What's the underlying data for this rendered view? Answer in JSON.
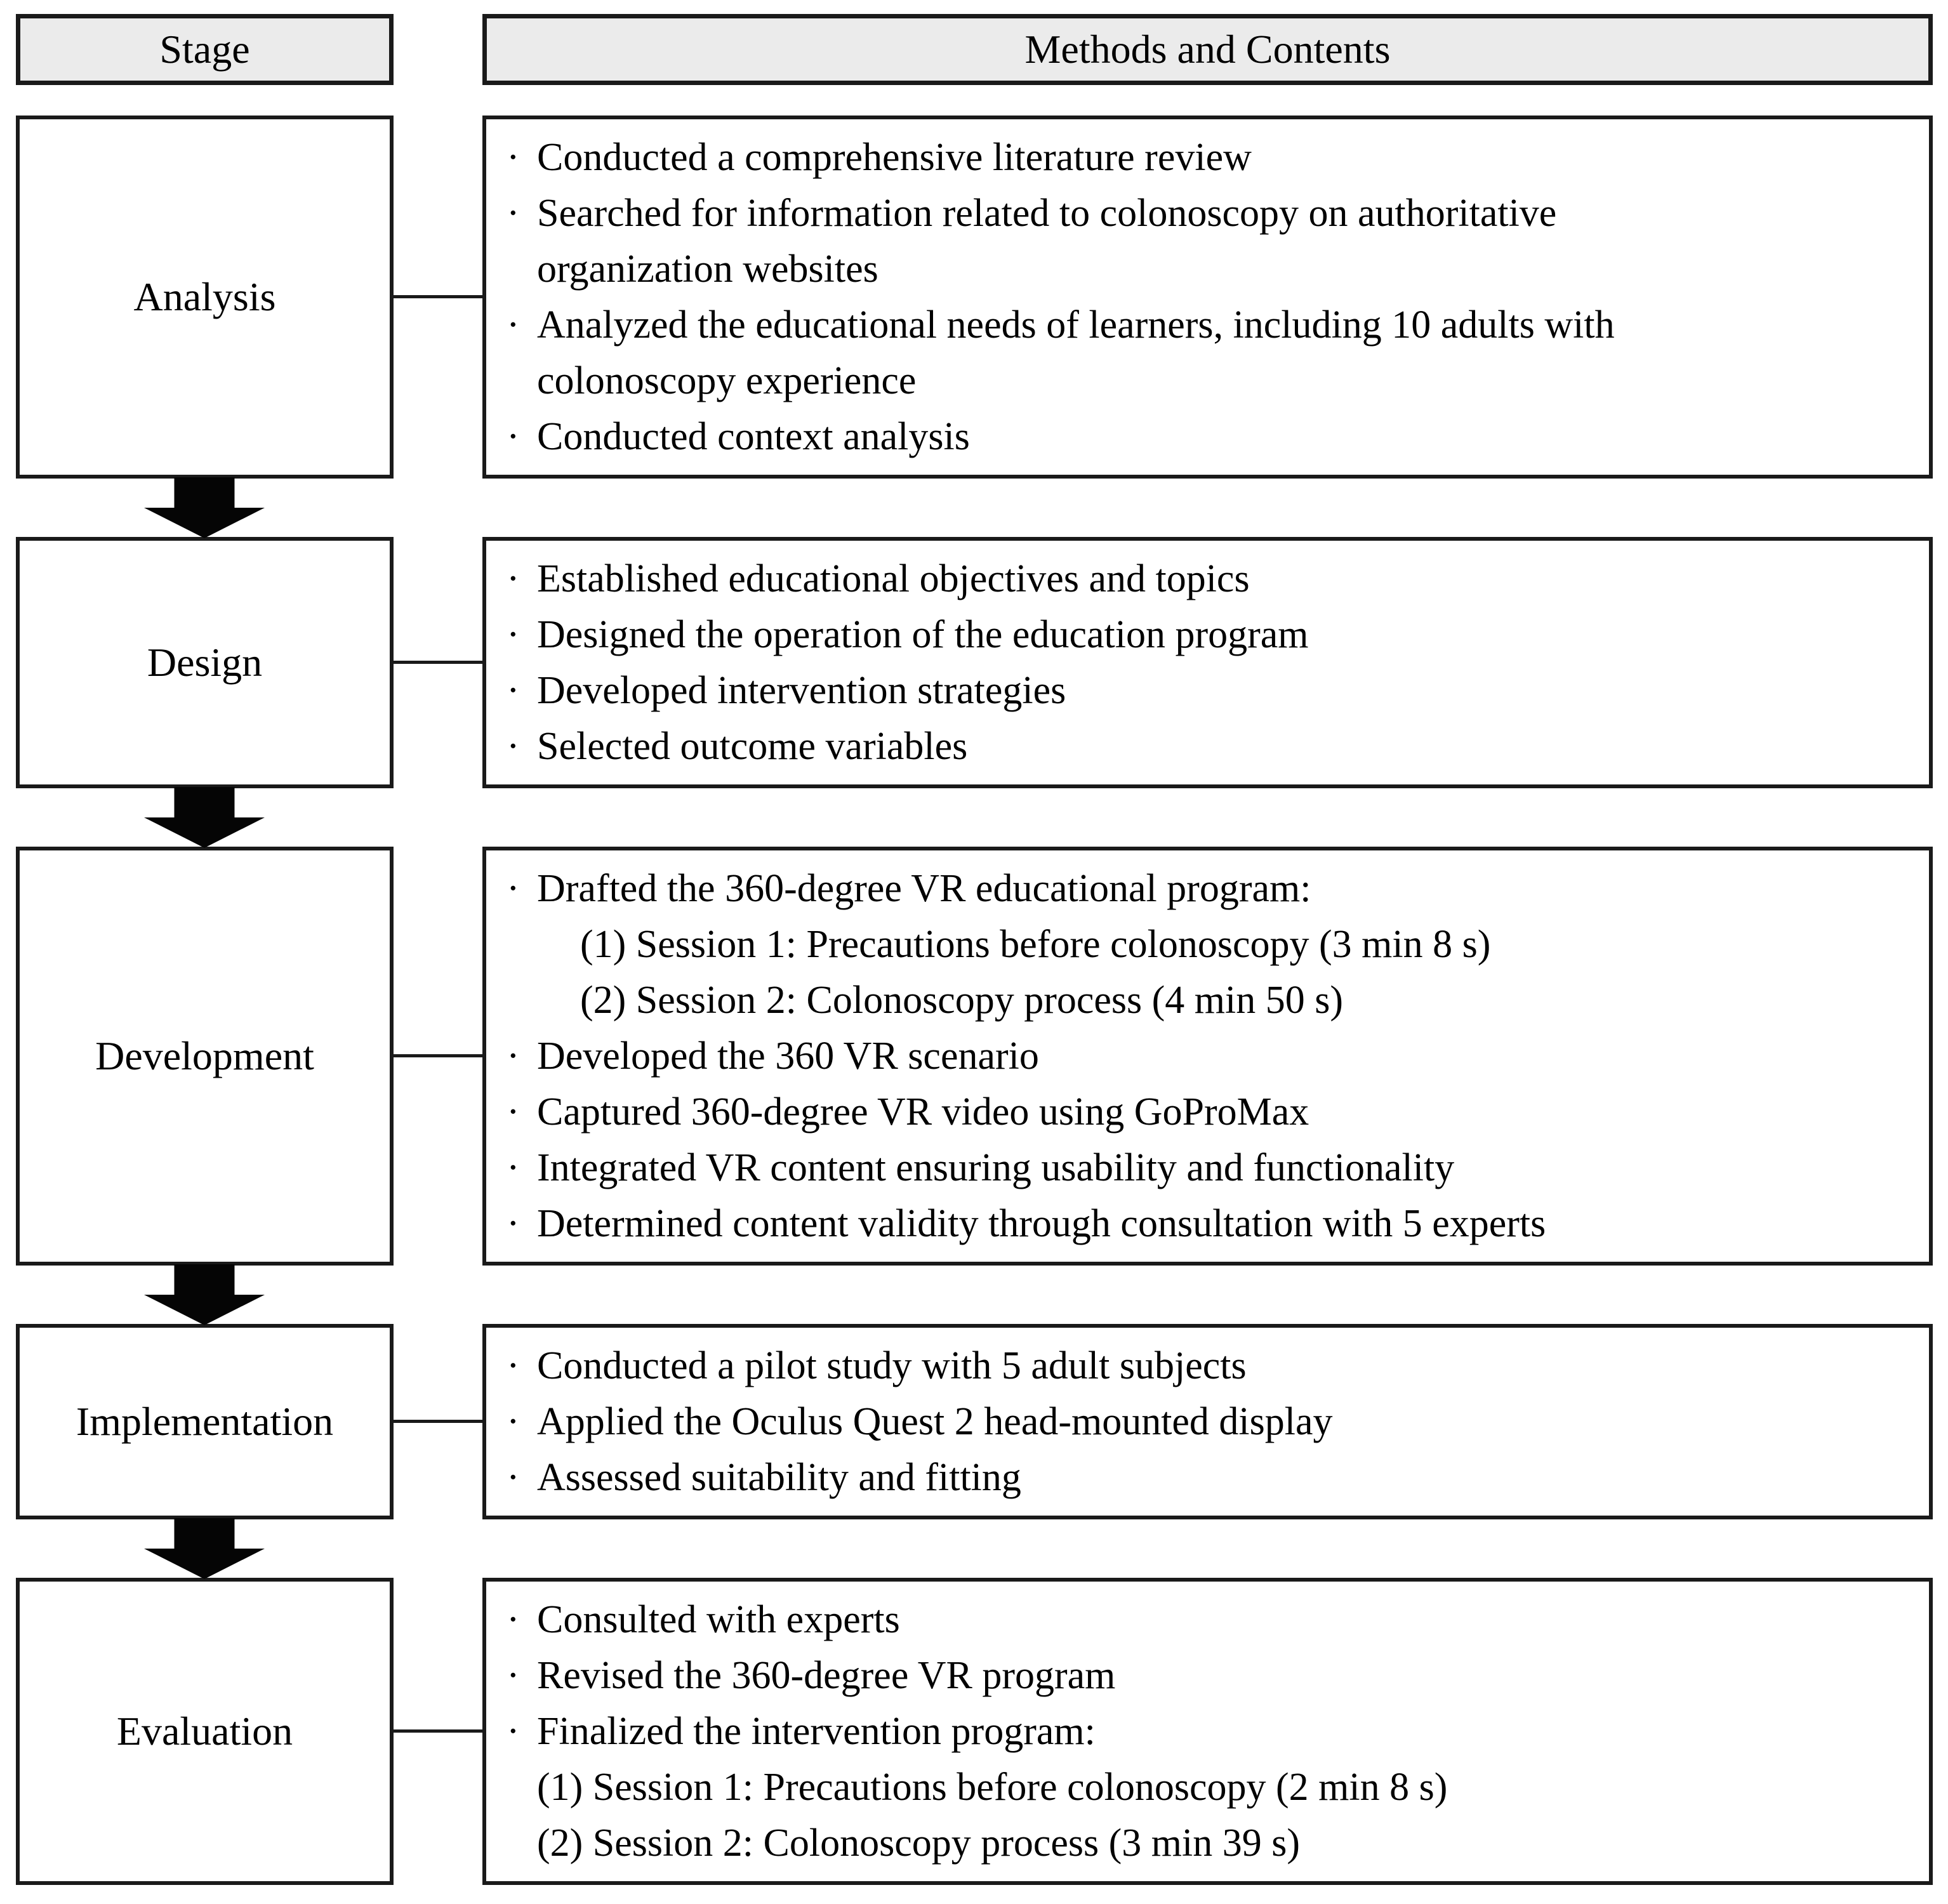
{
  "header": {
    "stage_label": "Stage",
    "methods_label": "Methods and Contents"
  },
  "bullet_char": "·",
  "colors": {
    "border": "#1a1a1a",
    "header_fill": "#ebebeb",
    "arrow_fill": "#050505",
    "background": "#ffffff",
    "text": "#000000"
  },
  "stages": [
    {
      "label": "Analysis",
      "items": [
        {
          "indent": "bullet",
          "text": "Conducted a comprehensive literature review"
        },
        {
          "indent": "bullet",
          "text": "Searched for information related to colonoscopy on authoritative"
        },
        {
          "indent": "text",
          "text": "organization websites"
        },
        {
          "indent": "bullet",
          "text": "Analyzed the educational needs of learners, including 10 adults with"
        },
        {
          "indent": "text",
          "text": "colonoscopy experience"
        },
        {
          "indent": "bullet",
          "text": "Conducted context analysis"
        }
      ]
    },
    {
      "label": "Design",
      "items": [
        {
          "indent": "bullet",
          "text": "Established educational objectives and topics"
        },
        {
          "indent": "bullet",
          "text": "Designed the operation of the education program"
        },
        {
          "indent": "bullet",
          "text": "Developed intervention strategies"
        },
        {
          "indent": "bullet",
          "text": "Selected outcome variables"
        }
      ]
    },
    {
      "label": "Development",
      "items": [
        {
          "indent": "bullet",
          "text": "Drafted the 360-degree VR educational program:"
        },
        {
          "indent": "deep",
          "text": "(1) Session 1: Precautions before colonoscopy (3 min 8 s)"
        },
        {
          "indent": "deep",
          "text": "(2) Session 2: Colonoscopy process (4 min 50 s)"
        },
        {
          "indent": "bullet",
          "text": "Developed the 360 VR scenario"
        },
        {
          "indent": "bullet",
          "text": "Captured 360-degree VR video using GoProMax"
        },
        {
          "indent": "bullet",
          "text": "Integrated VR content ensuring usability and functionality"
        },
        {
          "indent": "bullet",
          "text": "Determined content validity through consultation with 5 experts"
        }
      ]
    },
    {
      "label": "Implementation",
      "items": [
        {
          "indent": "bullet",
          "text": "Conducted a pilot study with 5 adult subjects"
        },
        {
          "indent": "bullet",
          "text": "Applied the Oculus Quest 2 head-mounted display"
        },
        {
          "indent": "bullet",
          "text": "Assessed suitability and fitting"
        }
      ]
    },
    {
      "label": "Evaluation",
      "items": [
        {
          "indent": "bullet",
          "text": "Consulted with experts"
        },
        {
          "indent": "bullet",
          "text": "Revised the 360-degree VR program"
        },
        {
          "indent": "bullet",
          "text": "Finalized the intervention program:"
        },
        {
          "indent": "text",
          "text": "(1) Session 1: Precautions before colonoscopy (2 min 8 s)"
        },
        {
          "indent": "text",
          "text": "(2) Session 2: Colonoscopy process (3 min 39 s)"
        }
      ]
    }
  ]
}
